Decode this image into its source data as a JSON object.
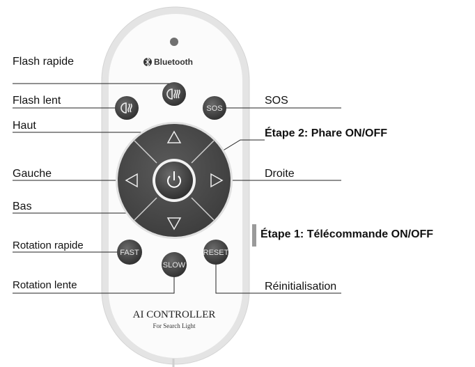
{
  "remote": {
    "bluetooth_label": "Bluetooth",
    "brand_title": "AI CONTROLLER",
    "brand_subtitle": "For Search Light",
    "buttons": {
      "sos": "SOS",
      "fast": "FAST",
      "slow": "SLOW",
      "reset": "RESET"
    }
  },
  "labels": {
    "flash_rapide": "Flash rapide",
    "flash_lent": "Flash lent",
    "haut": "Haut",
    "gauche": "Gauche",
    "bas": "Bas",
    "rotation_rapide": "Rotation rapide",
    "rotation_lente": "Rotation lente",
    "sos": "SOS",
    "etape2": "Étape 2: Phare ON/OFF",
    "droite": "Droite",
    "etape1": "Étape 1: Télécommande ON/OFF",
    "reinitialisation": "Réinitialisation"
  },
  "colors": {
    "button_fill": "#3f3f3f",
    "dpad_fill": "#4a4a4a",
    "body_outline": "#d9d9d9",
    "body_fill": "#fafafa"
  }
}
